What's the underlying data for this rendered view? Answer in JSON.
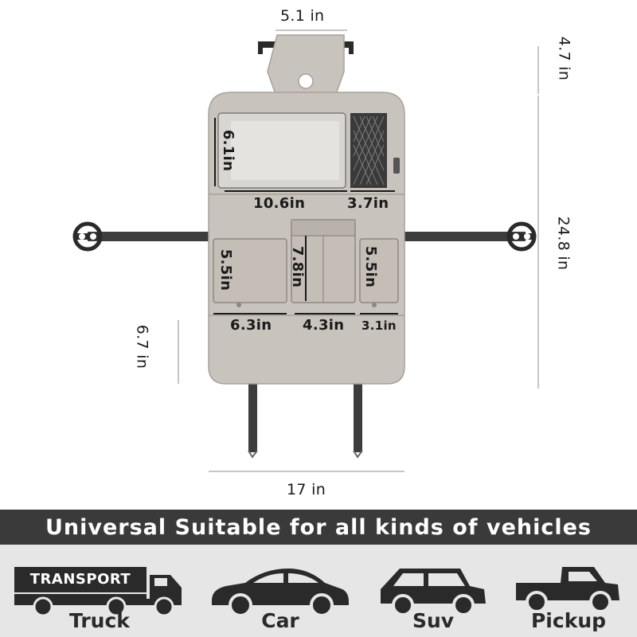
{
  "dimensions": {
    "top_width": "5.1 in",
    "top_height": "4.7 in",
    "total_height": "24.8 in",
    "lower_height": "6.7 in",
    "bottom_width": "17 in",
    "tablet_height": "6.1in",
    "tablet_width": "10.6in",
    "mesh_width": "3.7in",
    "left_pocket_height": "5.5in",
    "middle_pocket_height": "7.8in",
    "right_pocket_height": "5.5in",
    "left_pocket_width": "6.3in",
    "middle_pocket_width": "4.3in",
    "right_pocket_width": "3.1in"
  },
  "banner": {
    "text": "Universal Suitable for all kinds of vehicles"
  },
  "vehicles": [
    {
      "label": "Truck",
      "icon": "truck-icon",
      "badge": "TRANSPORT"
    },
    {
      "label": "Car",
      "icon": "car-icon"
    },
    {
      "label": "Suv",
      "icon": "suv-icon"
    },
    {
      "label": "Pickup",
      "icon": "pickup-icon"
    }
  ],
  "colors": {
    "organizer": "#c9c3bd",
    "organizer_edge": "#a8a19a",
    "strap": "#3d3d3d",
    "banner_bg": "#3a3a3a",
    "icon_dark": "#2a2a2a",
    "strip_bg": "#e6e6e6"
  }
}
